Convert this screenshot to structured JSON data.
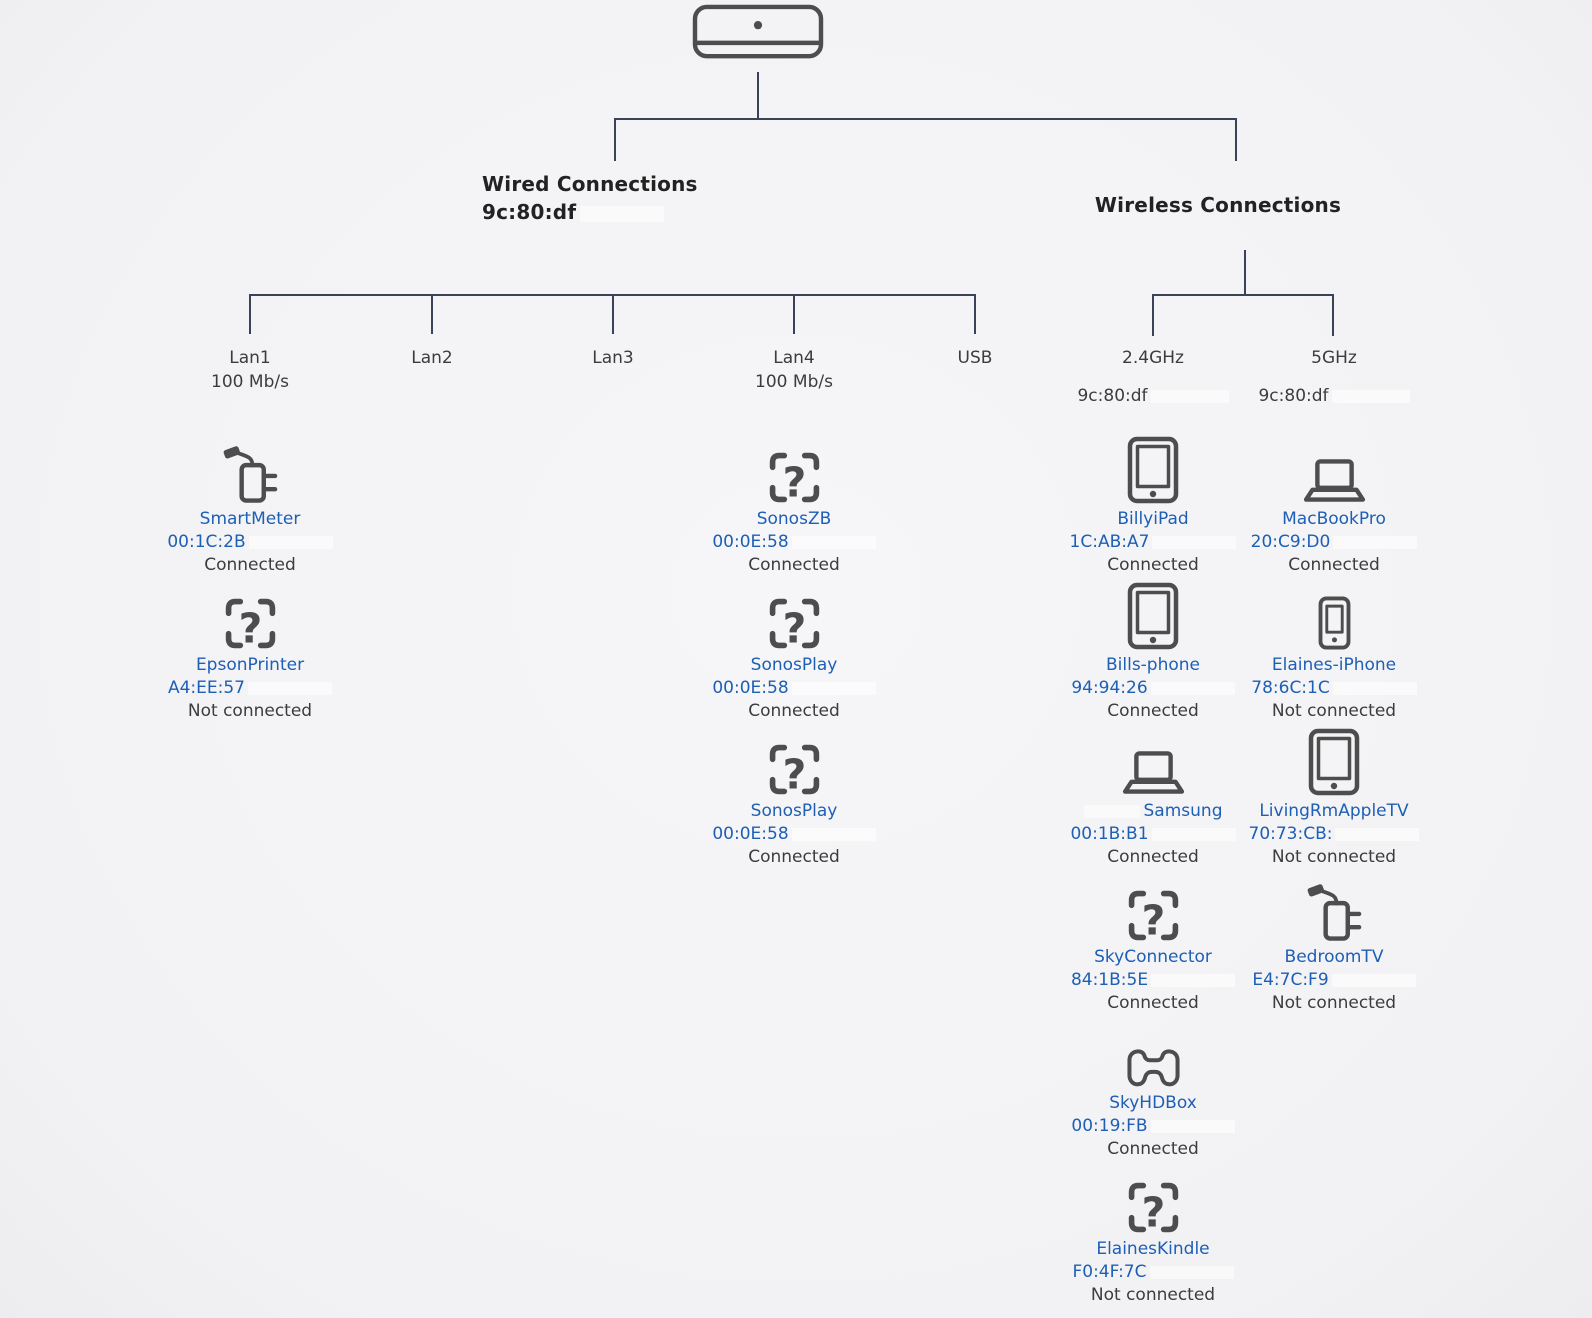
{
  "colors": {
    "accent_blue": "#1d5fb5",
    "line": "#3a4257",
    "icon_gray": "#4d4d4d",
    "text_dark": "#3c3c3c",
    "background": "#f4f4f6"
  },
  "router": {
    "icon": "router-icon"
  },
  "wired": {
    "title": "Wired Connections",
    "mac": "9c:80:df",
    "ports": [
      {
        "label": "Lan1",
        "speed": "100 Mb/s",
        "devices": [
          {
            "name": "SmartMeter",
            "mac": "00:1C:2B",
            "status": "Connected",
            "icon": "power-adapter-icon"
          },
          {
            "name": "EpsonPrinter",
            "mac": "A4:EE:57",
            "status": "Not connected",
            "icon": "unknown-device-icon"
          }
        ]
      },
      {
        "label": "Lan2",
        "speed": "",
        "devices": []
      },
      {
        "label": "Lan3",
        "speed": "",
        "devices": []
      },
      {
        "label": "Lan4",
        "speed": "100 Mb/s",
        "devices": [
          {
            "name": "SonosZB",
            "mac": "00:0E:58",
            "status": "Connected",
            "icon": "unknown-device-icon"
          },
          {
            "name": "SonosPlay",
            "mac": "00:0E:58",
            "status": "Connected",
            "icon": "unknown-device-icon"
          },
          {
            "name": "SonosPlay",
            "mac": "00:0E:58",
            "status": "Connected",
            "icon": "unknown-device-icon"
          }
        ]
      },
      {
        "label": "USB",
        "speed": "",
        "devices": []
      }
    ]
  },
  "wireless": {
    "title": "Wireless Connections",
    "bands": [
      {
        "label": "2.4GHz",
        "mac": "9c:80:df",
        "devices": [
          {
            "name": "BillyiPad",
            "mac": "1C:AB:A7",
            "status": "Connected",
            "icon": "tablet-icon"
          },
          {
            "name": "Bills-phone",
            "mac": "94:94:26",
            "status": "Connected",
            "icon": "tablet-icon"
          },
          {
            "name": "Samsung",
            "mac": "00:1B:B1",
            "status": "Connected",
            "icon": "laptop-icon",
            "name_prefix_redacted": true
          },
          {
            "name": "SkyConnector",
            "mac": "84:1B:5E",
            "status": "Connected",
            "icon": "unknown-device-icon"
          },
          {
            "name": "SkyHDBox",
            "mac": "00:19:FB",
            "status": "Connected",
            "icon": "settop-box-icon"
          },
          {
            "name": "ElainesKindle",
            "mac": "F0:4F:7C",
            "status": "Not connected",
            "icon": "unknown-device-icon"
          }
        ]
      },
      {
        "label": "5GHz",
        "mac": "9c:80:df",
        "devices": [
          {
            "name": "MacBookPro",
            "mac": "20:C9:D0",
            "status": "Connected",
            "icon": "laptop-icon"
          },
          {
            "name": "Elaines-iPhone",
            "mac": "78:6C:1C",
            "status": "Not connected",
            "icon": "smartphone-icon"
          },
          {
            "name": "LivingRmAppleTV",
            "mac": "70:73:CB:",
            "status": "Not connected",
            "icon": "tablet-icon"
          },
          {
            "name": "BedroomTV",
            "mac": "E4:7C:F9",
            "status": "Not connected",
            "icon": "power-adapter-icon"
          }
        ]
      }
    ]
  }
}
